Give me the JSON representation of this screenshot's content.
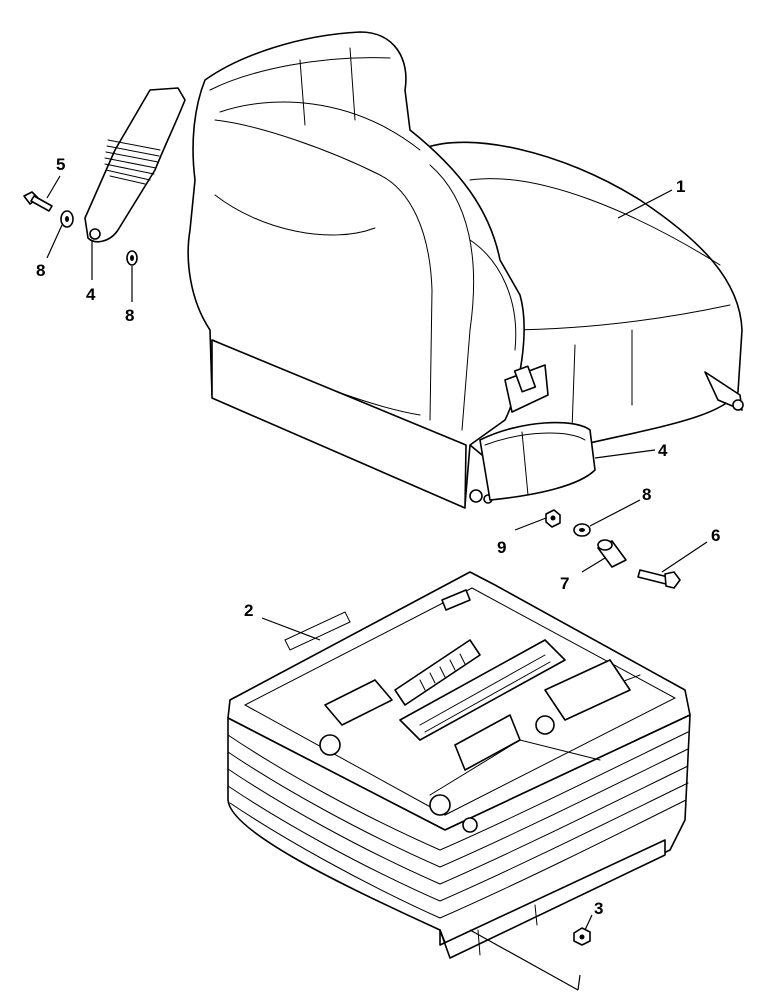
{
  "callouts": {
    "c1": "1",
    "c2": "2",
    "c3": "3",
    "c4_upper": "4",
    "c4_lower": "4",
    "c5": "5",
    "c6": "6",
    "c7": "7",
    "c8_left": "8",
    "c8_mid": "8",
    "c8_right": "8",
    "c9": "9"
  },
  "colors": {
    "line": "#000000",
    "background": "#ffffff"
  }
}
